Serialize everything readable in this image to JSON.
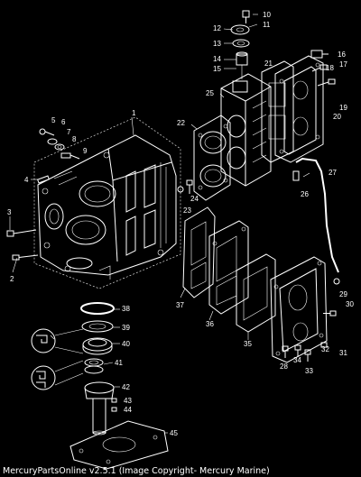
{
  "diagram": {
    "callouts": [
      "1",
      "2",
      "3",
      "4",
      "5",
      "6",
      "7",
      "8",
      "9",
      "10",
      "11",
      "12",
      "13",
      "14",
      "15",
      "16",
      "17",
      "18",
      "19",
      "20",
      "21",
      "22",
      "23",
      "24",
      "25",
      "26",
      "27",
      "28",
      "29",
      "30",
      "31",
      "32",
      "33",
      "34",
      "35",
      "36",
      "37",
      "38",
      "39",
      "40",
      "41",
      "42",
      "43",
      "44",
      "45"
    ],
    "footer": "MercuryPartsOnline v2.5.1 (Image Copyright- Mercury Marine)"
  },
  "colors": {
    "background": "#000000",
    "lines": "#ffffff"
  }
}
